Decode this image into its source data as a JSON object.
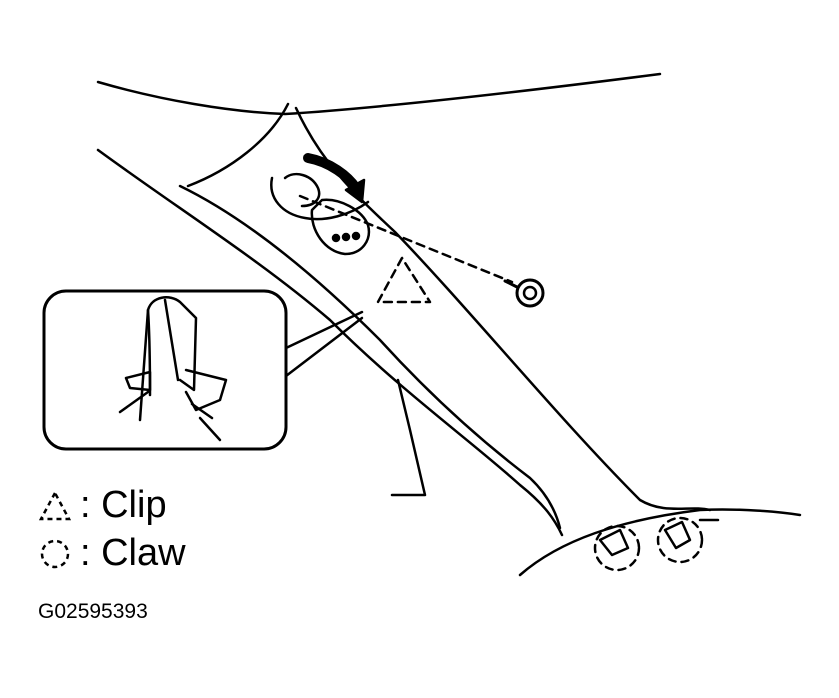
{
  "legend": {
    "clip_symbol": "△",
    "clip_label": ": Clip",
    "claw_symbol": "◌",
    "claw_label": ": Claw"
  },
  "figure_id": "G02595393",
  "colors": {
    "line": "#000000",
    "background": "#ffffff"
  },
  "icons": [
    "clip-triangle-icon",
    "claw-circle-icon",
    "bolt-icon",
    "rotate-arrow-icon"
  ]
}
